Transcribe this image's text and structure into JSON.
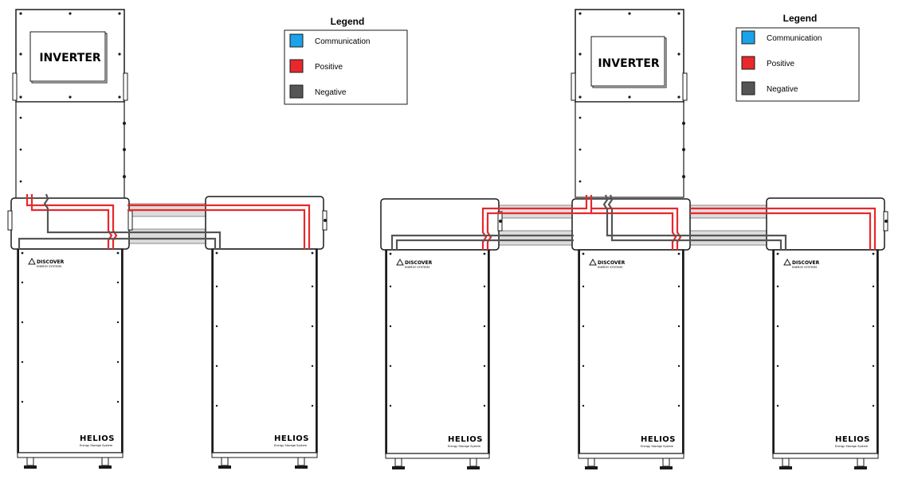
{
  "legend": {
    "title": "Legend",
    "items": [
      {
        "label": "Communication",
        "color": "#1aa3e8",
        "icon": "communication-swatch"
      },
      {
        "label": "Positive",
        "color": "#e8282b",
        "icon": "positive-swatch"
      },
      {
        "label": "Negative",
        "color": "#555555",
        "icon": "negative-swatch"
      }
    ]
  },
  "inverter": {
    "label": "INVERTER"
  },
  "battery": {
    "brand": "DISCOVER",
    "brand_sub": "ENERGY SYSTEMS",
    "model": "HELIOS",
    "model_sub": "Energy Storage System"
  },
  "colors": {
    "positive": "#e8282b",
    "negative": "#555555",
    "cable_fill": "#dcdcdc",
    "outline": "#1a1a1a"
  }
}
